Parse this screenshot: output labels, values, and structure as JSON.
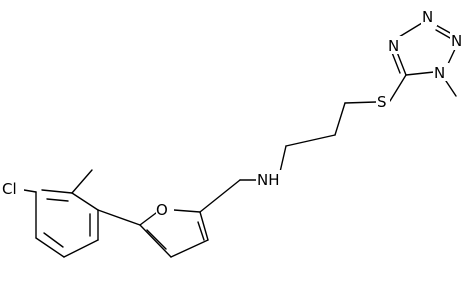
{
  "molecule": {
    "atoms": {
      "cl": "Cl",
      "o": "O",
      "nh": "NH",
      "s": "S",
      "n1": "N",
      "n2": "N",
      "n3": "N",
      "n4": "N"
    }
  }
}
